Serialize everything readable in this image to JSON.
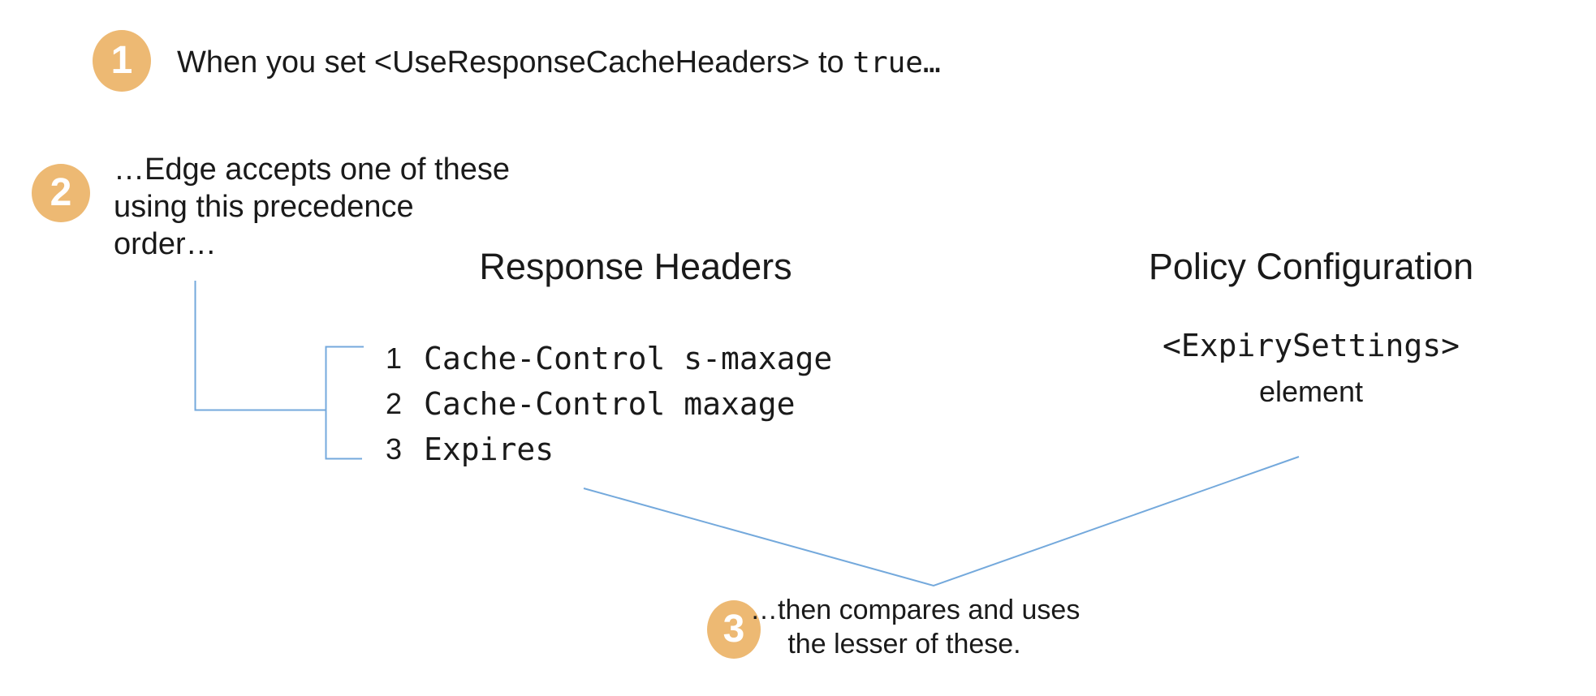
{
  "colors": {
    "background": "#FFFFFF",
    "badge_orange": "#EDB973",
    "connector_blue": "#74A9DC",
    "text": "#1A1A1A"
  },
  "step1": {
    "number": "1",
    "text": "When you set <UseResponseCacheHeaders> to ",
    "code": "true…"
  },
  "step2": {
    "number": "2",
    "line1": "…Edge accepts one of these",
    "line2": "using this precedence",
    "line3": "order…"
  },
  "columns": {
    "response_headers": {
      "title": "Response Headers",
      "items": [
        {
          "rank": "1",
          "label": "Cache-Control s-maxage"
        },
        {
          "rank": "2",
          "label": "Cache-Control maxage"
        },
        {
          "rank": "3",
          "label": "Expires"
        }
      ]
    },
    "policy_configuration": {
      "title": "Policy Configuration",
      "code": "<ExpirySettings>",
      "caption": "element"
    }
  },
  "step3": {
    "number": "3",
    "line1": "…then compares and uses",
    "line2": "the lesser of these."
  }
}
